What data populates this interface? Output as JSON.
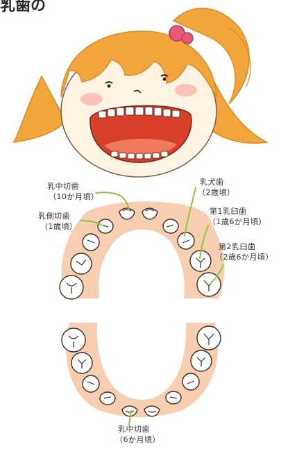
{
  "header_fragment": "乳歯の",
  "labels": {
    "central_incisor_upper": {
      "name": "乳中切歯",
      "age": "（10か月頃）"
    },
    "lateral_incisor": {
      "name": "乳側切歯",
      "age": "（1歳頃）"
    },
    "canine": {
      "name": "乳犬歯",
      "age": "（2歳頃）"
    },
    "first_molar": {
      "name": "第1乳臼歯",
      "age": "（1歳6か月頃）"
    },
    "second_molar": {
      "name": "第2乳臼歯",
      "age": "（2歳6か月頃）"
    },
    "central_incisor_lower": {
      "name": "乳中切歯",
      "age": "（6か月頃）"
    }
  },
  "colors": {
    "hair": "#f2a53a",
    "skin": "#fff4e4",
    "gum": "#f7c9a8",
    "mouth": "#d8402a",
    "arrow": "#8cc63f",
    "outline": "#5a3a2a"
  }
}
